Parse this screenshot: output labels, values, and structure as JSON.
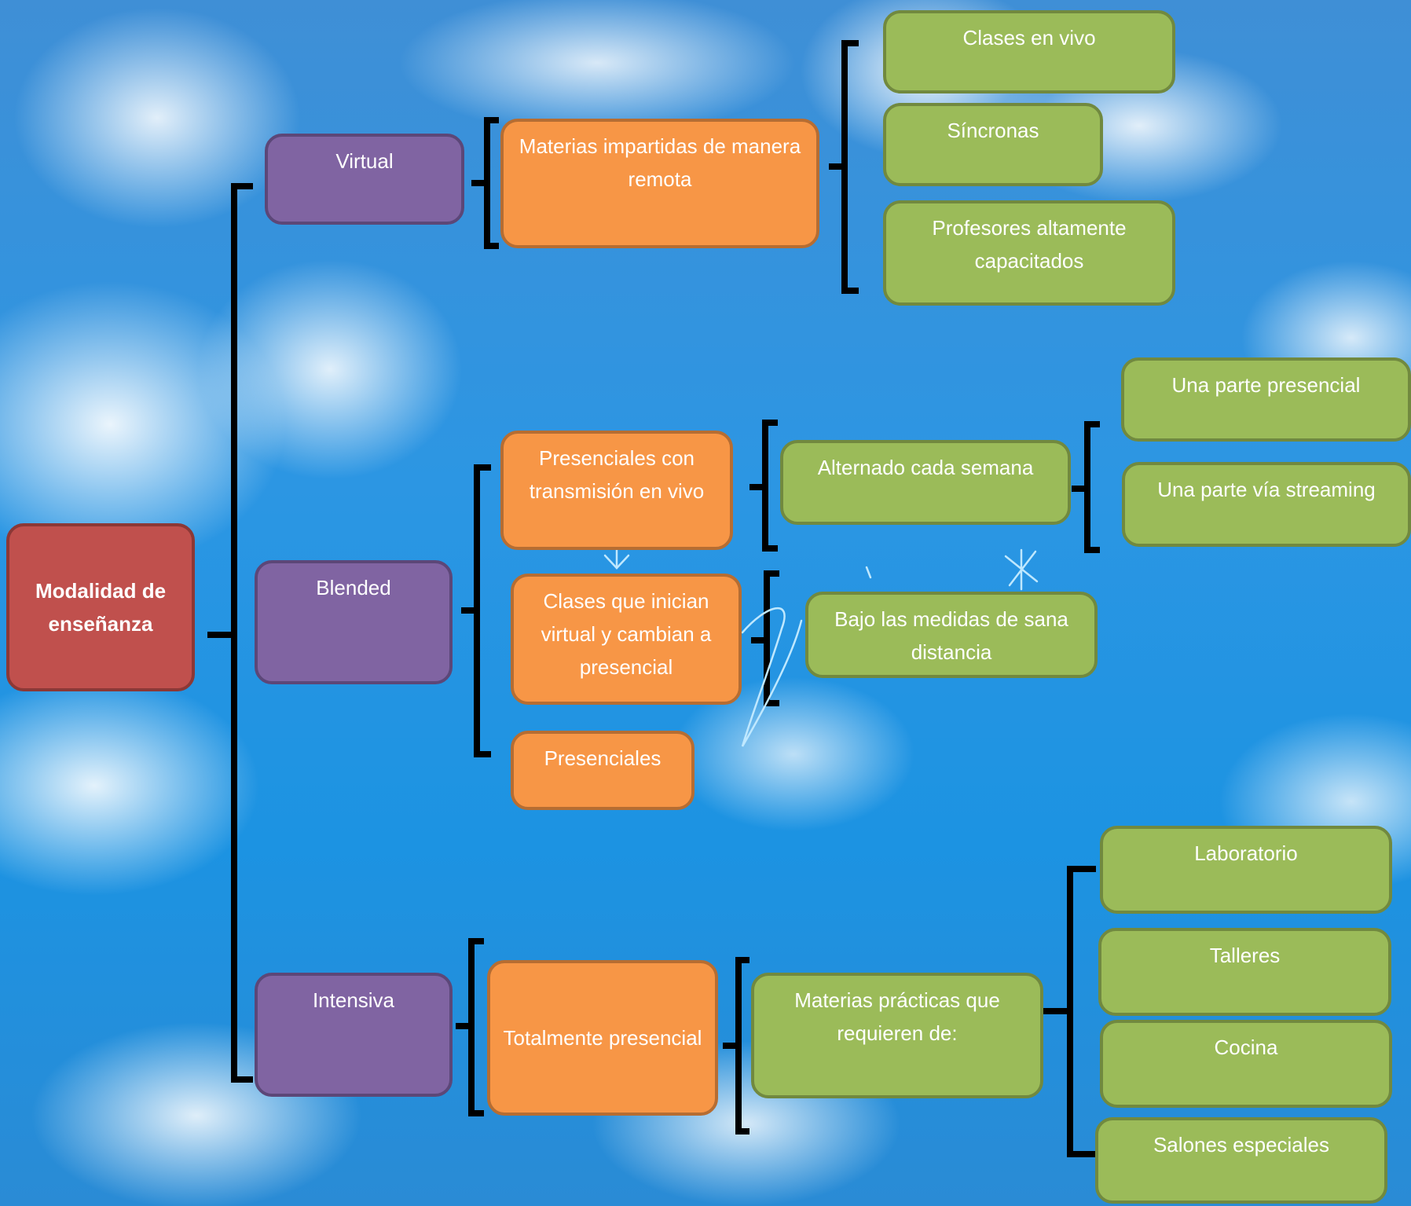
{
  "colors": {
    "root": "#c0504d",
    "level1": "#8064a2",
    "level2": "#f79646",
    "level3": "#9bbb59",
    "connector": "#000000"
  },
  "root": {
    "label": "Modalidad de enseñanza"
  },
  "branches": {
    "virtual": {
      "label": "Virtual",
      "detail": "Materias impartidas de manera remota",
      "items": [
        "Clases en vivo",
        "Síncronas",
        "Profesores altamente capacitados"
      ]
    },
    "blended": {
      "label": "Blended",
      "options": [
        "Presenciales con transmisión en vivo",
        "Clases que inician virtual y cambian a presencial",
        "Presenciales"
      ],
      "alternado": "Alternado cada semana",
      "alternado_items": [
        "Una parte presencial",
        "Una parte vía streaming"
      ],
      "medidas": "Bajo las medidas de sana distancia"
    },
    "intensiva": {
      "label": "Intensiva",
      "detail": "Totalmente presencial",
      "requirement": "Materias prácticas que requieren de:",
      "items": [
        "Laboratorio",
        "Talleres",
        "Cocina",
        "Salones especiales"
      ]
    }
  }
}
